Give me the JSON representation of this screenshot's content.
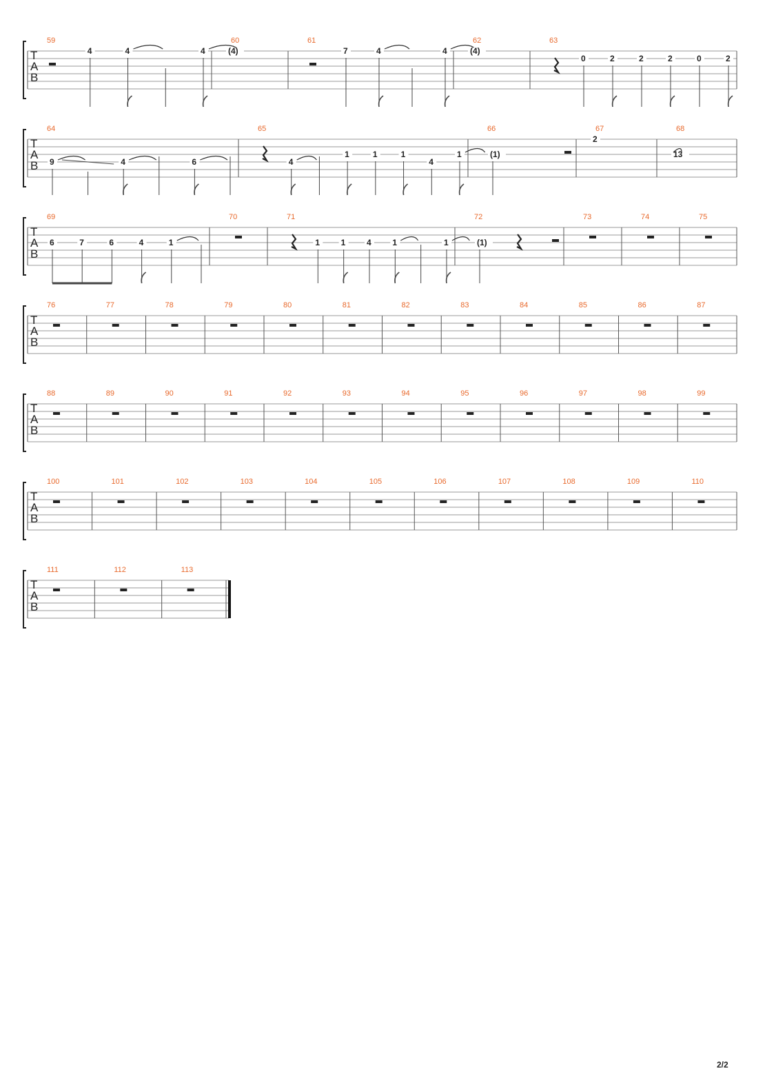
{
  "page_number": "2/2",
  "tab_label": [
    "T",
    "A",
    "B"
  ],
  "colors": {
    "measure_number": "#e8692c",
    "staff": "#9a9a9a",
    "ink": "#222222"
  },
  "systems": [
    {
      "measures": [
        {
          "number": "59",
          "notes": [
            {
              "fret": "",
              "kind": "rest-half"
            },
            {
              "fret": "4",
              "string": 1,
              "stem": "plain"
            },
            {
              "fret": "4",
              "string": 1,
              "stem": "flag",
              "tie_next": true
            },
            {
              "fret": "",
              "kind": "tie-end"
            },
            {
              "fret": "4",
              "string": 1,
              "stem": "flag",
              "tie_next": true
            }
          ]
        },
        {
          "number": "60",
          "notes": [
            {
              "fret": "(4)",
              "string": 1,
              "stem": "none"
            }
          ]
        },
        {
          "number": "61",
          "notes": [
            {
              "fret": "",
              "kind": "rest-half"
            },
            {
              "fret": "7",
              "string": 1,
              "stem": "plain"
            },
            {
              "fret": "4",
              "string": 1,
              "stem": "flag",
              "tie_next": true
            },
            {
              "fret": "",
              "kind": "tie-end"
            },
            {
              "fret": "4",
              "string": 1,
              "stem": "flag",
              "tie_next": true
            }
          ]
        },
        {
          "number": "62",
          "notes": [
            {
              "fret": "(4)",
              "string": 1,
              "stem": "none"
            }
          ]
        },
        {
          "number": "63",
          "notes": [
            {
              "fret": "",
              "kind": "rest-quarter"
            },
            {
              "fret": "0",
              "string": 2,
              "stem": "plain"
            },
            {
              "fret": "2",
              "string": 2,
              "stem": "flag"
            },
            {
              "fret": "2",
              "string": 2,
              "stem": "plain"
            },
            {
              "fret": "2",
              "string": 2,
              "stem": "flag"
            },
            {
              "fret": "0",
              "string": 2,
              "stem": "plain"
            },
            {
              "fret": "2",
              "string": 2,
              "stem": "flag"
            }
          ]
        }
      ]
    },
    {
      "measures": [
        {
          "number": "64",
          "notes": [
            {
              "fret": "9",
              "string": 4,
              "stem": "plain",
              "tie_next": true
            },
            {
              "fret": "",
              "kind": "slide"
            },
            {
              "fret": "4",
              "string": 4,
              "stem": "flag",
              "tie_next": true
            },
            {
              "fret": "",
              "kind": "tie-end"
            },
            {
              "fret": "6",
              "string": 4,
              "stem": "flag",
              "tie_next": true
            },
            {
              "fret": "",
              "kind": "tie-end"
            }
          ]
        },
        {
          "number": "65",
          "notes": [
            {
              "fret": "",
              "kind": "rest-quarter"
            },
            {
              "fret": "4",
              "string": 4,
              "stem": "flag",
              "tie_next": true
            },
            {
              "fret": "",
              "kind": "tie-end"
            },
            {
              "fret": "1",
              "string": 3,
              "stem": "flag"
            },
            {
              "fret": "1",
              "string": 3,
              "stem": "plain"
            },
            {
              "fret": "1",
              "string": 3,
              "stem": "flag"
            },
            {
              "fret": "4",
              "string": 4,
              "stem": "plain"
            },
            {
              "fret": "1",
              "string": 3,
              "stem": "flag",
              "tie_next": true
            }
          ]
        },
        {
          "number": "66",
          "notes": [
            {
              "fret": "(1)",
              "string": 3,
              "stem": "plain"
            },
            {
              "fret": "",
              "kind": "rest-half"
            }
          ]
        },
        {
          "number": "67",
          "notes": [
            {
              "fret": "2",
              "string": 1,
              "stem": "none"
            }
          ]
        },
        {
          "number": "68",
          "notes": [
            {
              "fret": "13",
              "string": 3,
              "stem": "none",
              "tie_next": true
            }
          ]
        }
      ]
    },
    {
      "measures": [
        {
          "number": "69",
          "notes": [
            {
              "fret": "6",
              "string": 3,
              "stem": "beam"
            },
            {
              "fret": "7",
              "string": 3,
              "stem": "beam"
            },
            {
              "fret": "6",
              "string": 3,
              "stem": "beam"
            },
            {
              "fret": "4",
              "string": 3,
              "stem": "flag"
            },
            {
              "fret": "1",
              "string": 3,
              "stem": "plain",
              "tie_next": true
            },
            {
              "fret": "",
              "kind": "tie-end"
            }
          ]
        },
        {
          "number": "70",
          "notes": [
            {
              "fret": "",
              "kind": "rest-whole"
            }
          ]
        },
        {
          "number": "71",
          "notes": [
            {
              "fret": "",
              "kind": "rest-quarter"
            },
            {
              "fret": "1",
              "string": 3,
              "stem": "plain"
            },
            {
              "fret": "1",
              "string": 3,
              "stem": "flag"
            },
            {
              "fret": "4",
              "string": 3,
              "stem": "plain"
            },
            {
              "fret": "1",
              "string": 3,
              "stem": "flag",
              "tie_next": true
            },
            {
              "fret": "",
              "kind": "tie-end"
            },
            {
              "fret": "1",
              "string": 3,
              "stem": "flag",
              "tie_next": true
            }
          ]
        },
        {
          "number": "72",
          "notes": [
            {
              "fret": "(1)",
              "string": 3,
              "stem": "plain"
            },
            {
              "fret": "",
              "kind": "rest-quarter"
            },
            {
              "fret": "",
              "kind": "rest-half"
            }
          ]
        },
        {
          "number": "73",
          "notes": [
            {
              "fret": "",
              "kind": "rest-whole"
            }
          ]
        },
        {
          "number": "74",
          "notes": [
            {
              "fret": "",
              "kind": "rest-whole"
            }
          ]
        },
        {
          "number": "75",
          "notes": [
            {
              "fret": "",
              "kind": "rest-whole"
            }
          ]
        }
      ]
    },
    {
      "measures": [
        {
          "number": "76",
          "notes": [
            {
              "fret": "",
              "kind": "rest-whole"
            }
          ]
        },
        {
          "number": "77",
          "notes": [
            {
              "fret": "",
              "kind": "rest-whole"
            }
          ]
        },
        {
          "number": "78",
          "notes": [
            {
              "fret": "",
              "kind": "rest-whole"
            }
          ]
        },
        {
          "number": "79",
          "notes": [
            {
              "fret": "",
              "kind": "rest-whole"
            }
          ]
        },
        {
          "number": "80",
          "notes": [
            {
              "fret": "",
              "kind": "rest-whole"
            }
          ]
        },
        {
          "number": "81",
          "notes": [
            {
              "fret": "",
              "kind": "rest-whole"
            }
          ]
        },
        {
          "number": "82",
          "notes": [
            {
              "fret": "",
              "kind": "rest-whole"
            }
          ]
        },
        {
          "number": "83",
          "notes": [
            {
              "fret": "",
              "kind": "rest-whole"
            }
          ]
        },
        {
          "number": "84",
          "notes": [
            {
              "fret": "",
              "kind": "rest-whole"
            }
          ]
        },
        {
          "number": "85",
          "notes": [
            {
              "fret": "",
              "kind": "rest-whole"
            }
          ]
        },
        {
          "number": "86",
          "notes": [
            {
              "fret": "",
              "kind": "rest-whole"
            }
          ]
        },
        {
          "number": "87",
          "notes": [
            {
              "fret": "",
              "kind": "rest-whole"
            }
          ]
        }
      ]
    },
    {
      "measures": [
        {
          "number": "88",
          "notes": [
            {
              "fret": "",
              "kind": "rest-whole"
            }
          ]
        },
        {
          "number": "89",
          "notes": [
            {
              "fret": "",
              "kind": "rest-whole"
            }
          ]
        },
        {
          "number": "90",
          "notes": [
            {
              "fret": "",
              "kind": "rest-whole"
            }
          ]
        },
        {
          "number": "91",
          "notes": [
            {
              "fret": "",
              "kind": "rest-whole"
            }
          ]
        },
        {
          "number": "92",
          "notes": [
            {
              "fret": "",
              "kind": "rest-whole"
            }
          ]
        },
        {
          "number": "93",
          "notes": [
            {
              "fret": "",
              "kind": "rest-whole"
            }
          ]
        },
        {
          "number": "94",
          "notes": [
            {
              "fret": "",
              "kind": "rest-whole"
            }
          ]
        },
        {
          "number": "95",
          "notes": [
            {
              "fret": "",
              "kind": "rest-whole"
            }
          ]
        },
        {
          "number": "96",
          "notes": [
            {
              "fret": "",
              "kind": "rest-whole"
            }
          ]
        },
        {
          "number": "97",
          "notes": [
            {
              "fret": "",
              "kind": "rest-whole"
            }
          ]
        },
        {
          "number": "98",
          "notes": [
            {
              "fret": "",
              "kind": "rest-whole"
            }
          ]
        },
        {
          "number": "99",
          "notes": [
            {
              "fret": "",
              "kind": "rest-whole"
            }
          ]
        }
      ]
    },
    {
      "measures": [
        {
          "number": "100",
          "notes": [
            {
              "fret": "",
              "kind": "rest-whole"
            }
          ]
        },
        {
          "number": "101",
          "notes": [
            {
              "fret": "",
              "kind": "rest-whole"
            }
          ]
        },
        {
          "number": "102",
          "notes": [
            {
              "fret": "",
              "kind": "rest-whole"
            }
          ]
        },
        {
          "number": "103",
          "notes": [
            {
              "fret": "",
              "kind": "rest-whole"
            }
          ]
        },
        {
          "number": "104",
          "notes": [
            {
              "fret": "",
              "kind": "rest-whole"
            }
          ]
        },
        {
          "number": "105",
          "notes": [
            {
              "fret": "",
              "kind": "rest-whole"
            }
          ]
        },
        {
          "number": "106",
          "notes": [
            {
              "fret": "",
              "kind": "rest-whole"
            }
          ]
        },
        {
          "number": "107",
          "notes": [
            {
              "fret": "",
              "kind": "rest-whole"
            }
          ]
        },
        {
          "number": "108",
          "notes": [
            {
              "fret": "",
              "kind": "rest-whole"
            }
          ]
        },
        {
          "number": "109",
          "notes": [
            {
              "fret": "",
              "kind": "rest-whole"
            }
          ]
        },
        {
          "number": "110",
          "notes": [
            {
              "fret": "",
              "kind": "rest-whole"
            }
          ]
        }
      ]
    },
    {
      "measures": [
        {
          "number": "111",
          "notes": [
            {
              "fret": "",
              "kind": "rest-whole"
            }
          ]
        },
        {
          "number": "112",
          "notes": [
            {
              "fret": "",
              "kind": "rest-whole"
            }
          ]
        },
        {
          "number": "113",
          "notes": [
            {
              "fret": "",
              "kind": "rest-whole"
            }
          ],
          "final": true
        }
      ]
    }
  ]
}
